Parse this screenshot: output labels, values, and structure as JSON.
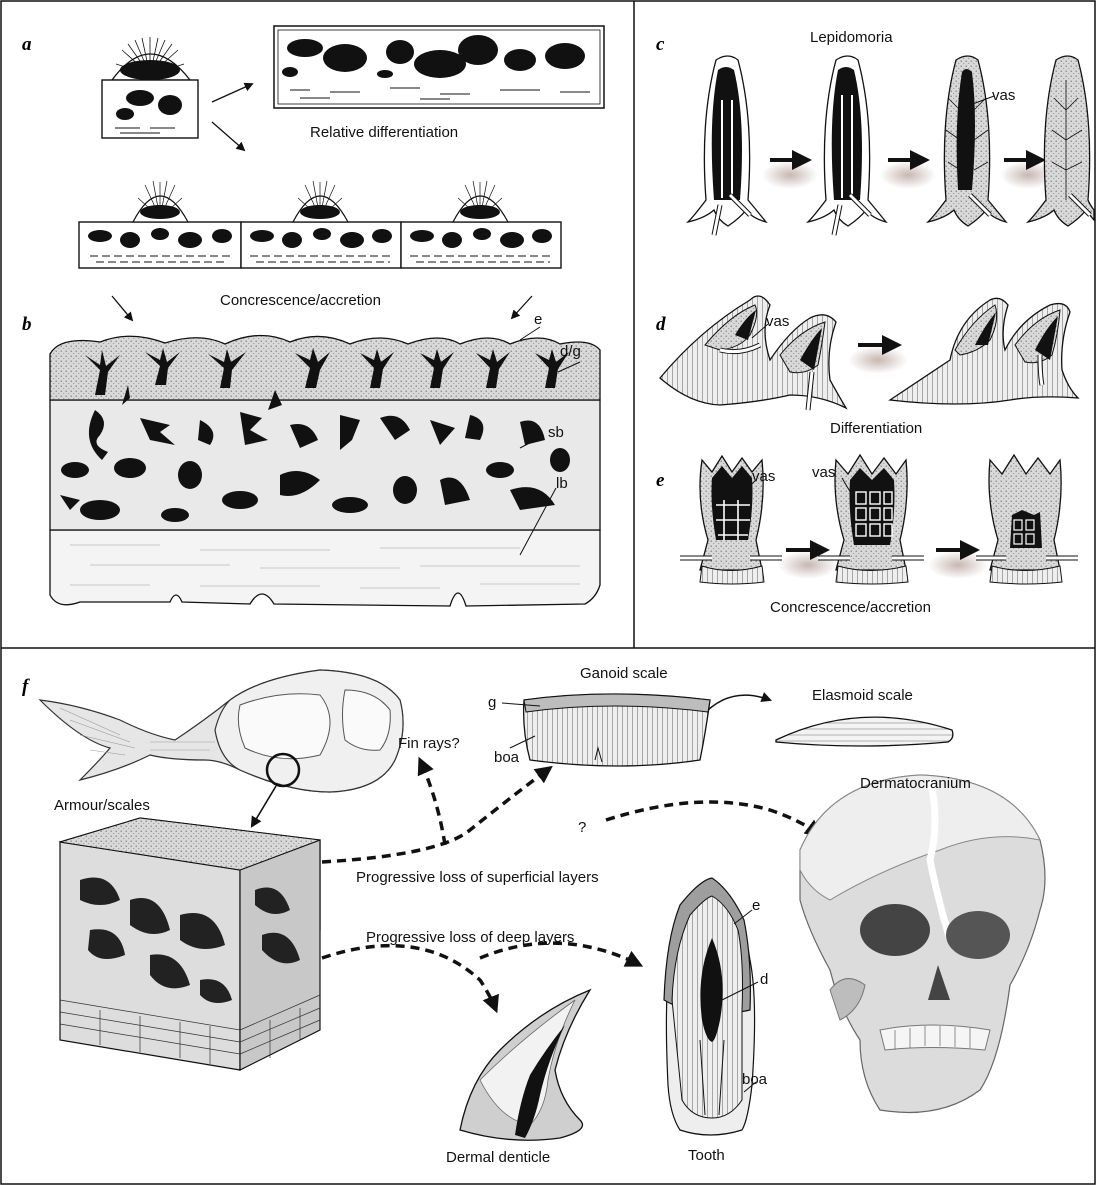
{
  "panels": {
    "a": {
      "letter": "a",
      "caption": "Relative differentiation"
    },
    "b": {
      "letter": "b",
      "caption": "Concrescence/accretion",
      "layer_labels": {
        "e": "e",
        "dg": "d/g",
        "sb": "sb",
        "lb": "lb"
      }
    },
    "c": {
      "letter": "c",
      "title": "Lepidomoria",
      "vas": "vas"
    },
    "d": {
      "letter": "d",
      "vas": "vas",
      "caption": "Differentiation"
    },
    "e": {
      "letter": "e",
      "vas_left": "vas",
      "vas_right": "vas",
      "caption": "Concrescence/accretion"
    },
    "f": {
      "letter": "f",
      "armour": "Armour/scales",
      "fin_rays": "Fin rays?",
      "ganoid": "Ganoid scale",
      "ganoid_g": "g",
      "ganoid_boa": "boa",
      "elasmoid": "Elasmoid scale",
      "question": "?",
      "dermatocranium": "Dermatocranium",
      "loss_superficial": "Progressive loss of superficial layers",
      "loss_deep": "Progressive loss of deep layers",
      "tooth_e": "e",
      "tooth_d": "d",
      "tooth_boa": "boa",
      "tooth": "Tooth",
      "denticle": "Dermal denticle"
    }
  },
  "colors": {
    "stroke": "#111111",
    "light_gray": "#ececec",
    "stipple_gray": "#cfcfcf",
    "bone_gray": "#bdbdbd"
  }
}
